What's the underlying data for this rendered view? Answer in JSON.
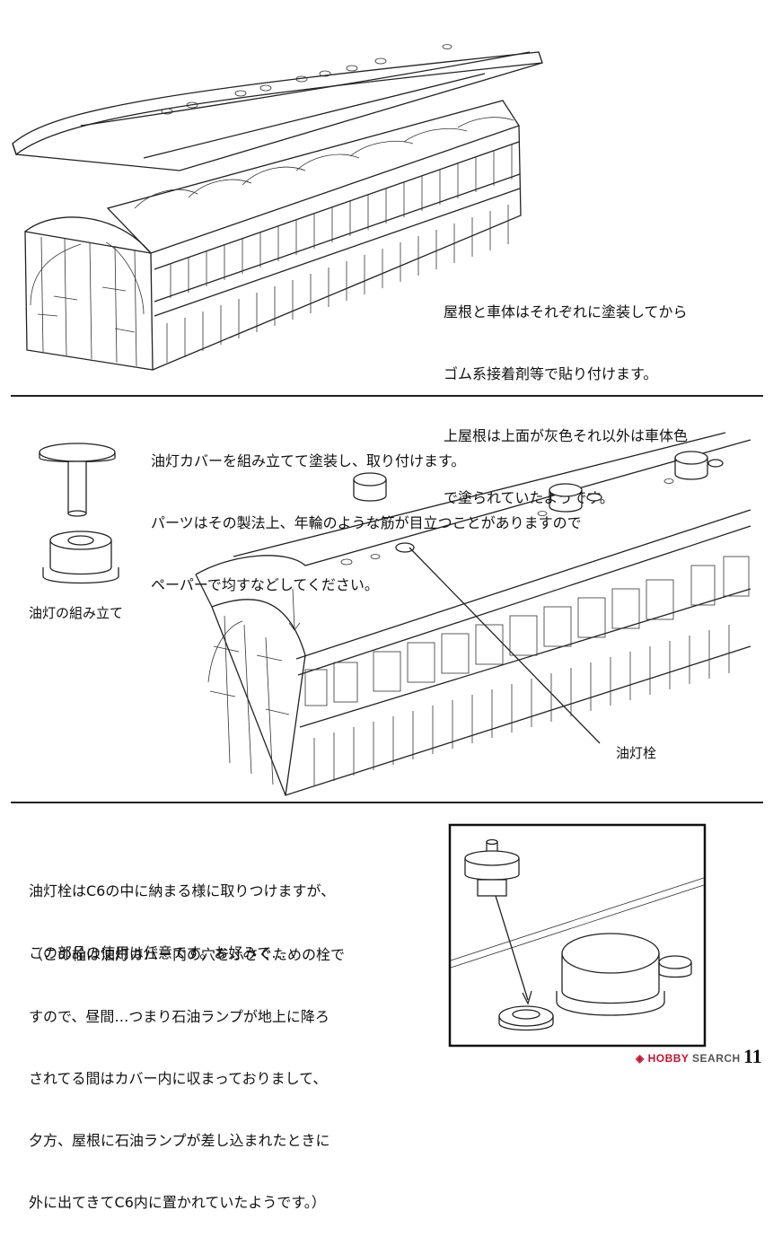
{
  "section1": {
    "text_lines": [
      "屋根と車体はそれぞれに塗装してから",
      "ゴム系接着剤等で貼り付けます。",
      "上屋根は上面が灰色それ以外は車体色",
      "で塗られていたようです。"
    ]
  },
  "section2": {
    "text_lines": [
      "油灯カバーを組み立てて塗装し、取り付けます。",
      "パーツはその製法上、年輪のような筋が目立つことがありますので",
      "ペーパーで均すなどしてください。"
    ],
    "assembly_label": "油灯の組み立て",
    "plug_label": "油灯栓"
  },
  "section3": {
    "text_lines_a": [
      "油灯栓はC6の中に納まる様に取りつけますが、",
      "この部品の使用は任意です。お好みで…"
    ],
    "text_lines_b": [
      "（この栓は油灯カバー内の穴をふさぐための栓で",
      "すので、昼間…つまり石油ランプが地上に降ろ",
      "されてる間はカバー内に収まっておりまして、",
      "夕方、屋根に石油ランプが差し込まれたときに",
      "外に出てきてC6内に置かれていたようです。）"
    ]
  },
  "page_number": "11",
  "watermark": {
    "brand": "HOBBY",
    "brand_suffix": "SEARCH"
  },
  "colors": {
    "line": "#222222",
    "watermark_red": "#c8102e"
  }
}
